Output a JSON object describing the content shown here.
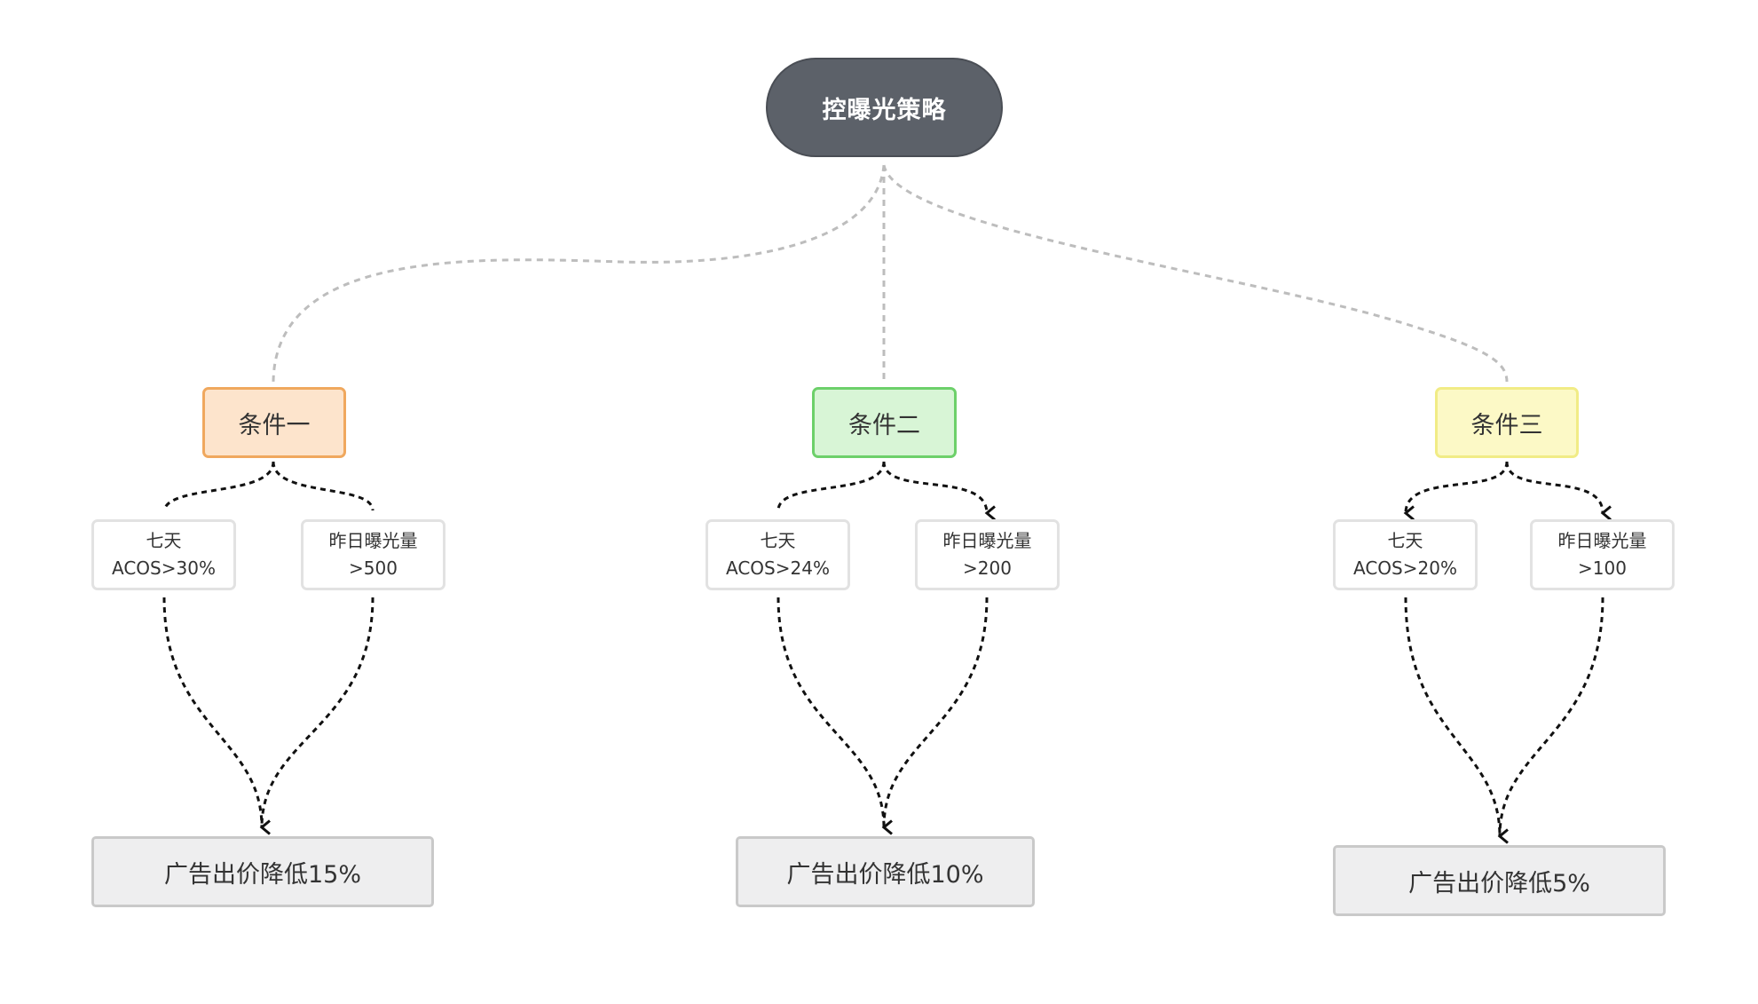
{
  "root": {
    "label": "控曝光策略"
  },
  "branches": [
    {
      "condition": "条件一",
      "criteria": [
        {
          "line1": "七天",
          "line2": "ACOS>30%"
        },
        {
          "line1": "昨日曝光量",
          "line2": ">500"
        }
      ],
      "result": "广告出价降低15%"
    },
    {
      "condition": "条件二",
      "criteria": [
        {
          "line1": "七天",
          "line2": "ACOS>24%"
        },
        {
          "line1": "昨日曝光量",
          "line2": ">200"
        }
      ],
      "result": "广告出价降低10%"
    },
    {
      "condition": "条件三",
      "criteria": [
        {
          "line1": "七天",
          "line2": "ACOS>20%"
        },
        {
          "line1": "昨日曝光量",
          "line2": ">100"
        }
      ],
      "result": "广告出价降低5%"
    }
  ],
  "colors": {
    "root_fill": "#5c6169",
    "condition_1_fill": "#fde4cc",
    "condition_1_border": "#f0a85e",
    "condition_2_fill": "#d8f5d6",
    "condition_2_border": "#6dd06a",
    "condition_3_fill": "#fcf9c6",
    "condition_3_border": "#f1ec86",
    "result_fill": "#eeeeef",
    "connector_gray": "#bdbdbd",
    "connector_black": "#111111"
  }
}
